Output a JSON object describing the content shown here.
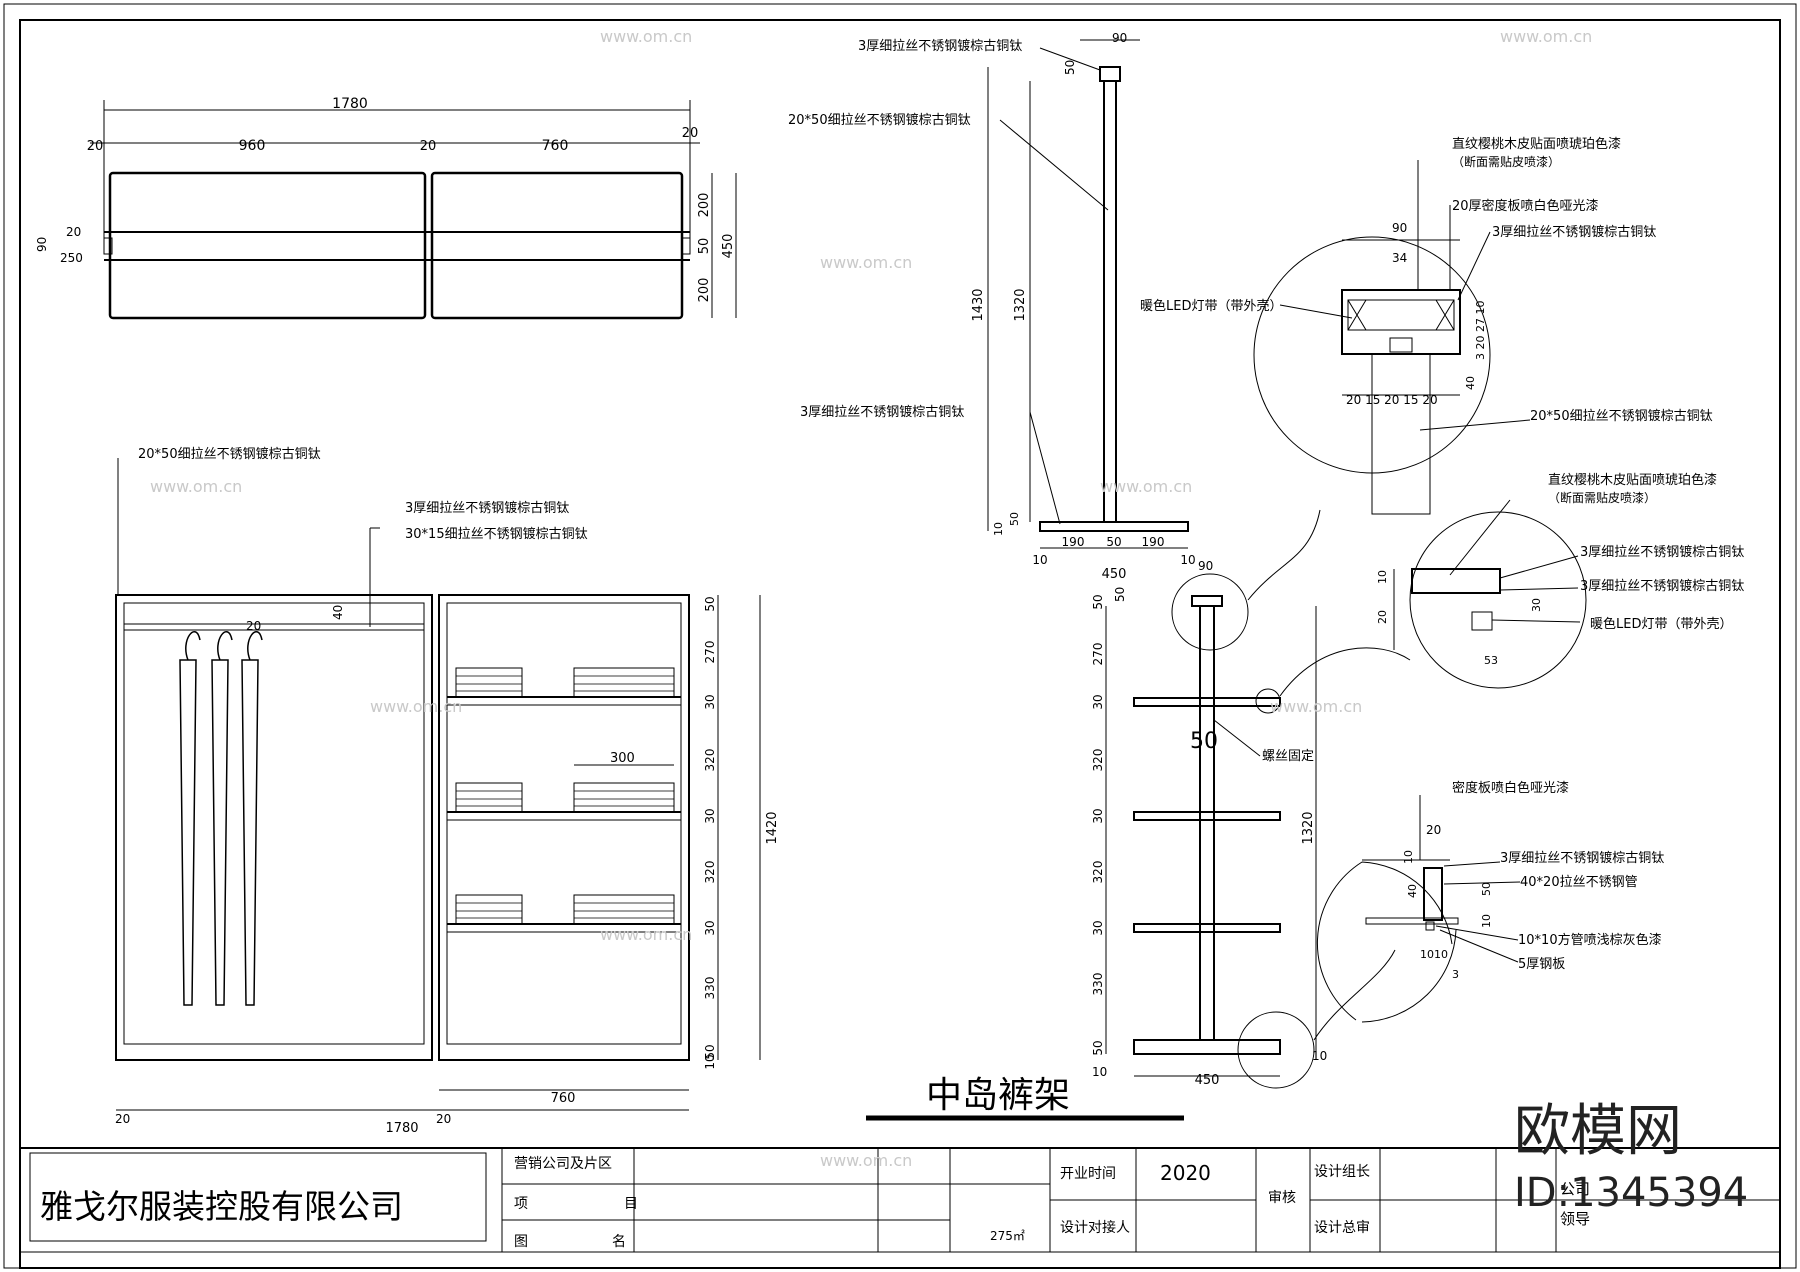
{
  "company": "雅戈尔服装控股有限公司",
  "title_block": {
    "region_label": "营销公司及片区",
    "project_label_a": "项",
    "project_label_b": "目",
    "drawing_label_a": "图",
    "drawing_label_b": "名",
    "area": "275㎡",
    "open_time_label": "开业时间",
    "open_time_value": "2020",
    "design_contact_label": "设计对接人",
    "review_label": "审核",
    "design_leader_label": "设计组长",
    "design_chief_label": "设计总审",
    "company_leader_a": "公司",
    "company_leader_b": "领导"
  },
  "drawing_title": "中岛裤架",
  "watermark": {
    "brand": "欧模网",
    "url": "www.om.cn",
    "id": "ID:1345394"
  },
  "plan_dims": {
    "overall": "1780",
    "left": "960",
    "right": "760",
    "gap": "20",
    "edge": "20",
    "depth_total": "450",
    "depth_top": "200",
    "depth_mid": "50",
    "depth_bot": "200",
    "left_20": "20",
    "left_90": "90",
    "left_250": "250"
  },
  "front_notes": {
    "top_rail": "20*50细拉丝不锈钢镀棕古铜钛",
    "rod_plate": "3厚细拉丝不锈钢镀棕古铜钛",
    "rod": "30*15细拉丝不锈钢镀棕古铜钛",
    "dim_40": "40",
    "dim_20": "20",
    "dim_300": "300",
    "bottom_760": "760",
    "bottom_1780": "1780",
    "bottom_20a": "20",
    "bottom_20b": "20",
    "right_dims": [
      "50",
      "270",
      "30",
      "320",
      "30",
      "320",
      "30",
      "330",
      "50",
      "10"
    ],
    "total_1420": "1420"
  },
  "side_notes": {
    "top_cap": "3厚细拉丝不锈钢镀棕古铜钛",
    "post": "20*50细拉丝不锈钢镀棕古铜钛",
    "base": "3厚细拉丝不锈钢镀棕古铜钛",
    "dims": {
      "d90": "90",
      "d50_top": "50",
      "d1430": "1430",
      "d1320": "1320",
      "d10": "10",
      "d50_base": "50",
      "d190a": "190",
      "d50m": "50",
      "d190b": "190",
      "d10a": "10",
      "d450": "450",
      "d10b": "10"
    }
  },
  "elev2": {
    "screw": "螺丝固定",
    "d90": "90",
    "d50": "50",
    "label50": "50",
    "d450": "450",
    "d10a": "10",
    "d10b": "10",
    "d1320": "1320",
    "left_dims": [
      "50",
      "270",
      "30",
      "320",
      "30",
      "320",
      "30",
      "330",
      "50"
    ]
  },
  "detail1": {
    "veneer": "直纹樱桃木皮贴面喷琥珀色漆",
    "veneer_sub": "（断面需贴皮喷漆）",
    "mdf": "20厚密度板喷白色哑光漆",
    "plate": "3厚细拉丝不锈钢镀棕古铜钛",
    "led": "暖色LED灯带（带外壳）",
    "post": "20*50细拉丝不锈钢镀棕古铜钛",
    "d90": "90",
    "d34": "34",
    "d_side": "3 20 27 10",
    "d40": "40",
    "d_bottom": "20 15 20 15 20"
  },
  "detail2": {
    "veneer": "直纹樱桃木皮贴面喷琥珀色漆",
    "veneer_sub": "（断面需贴皮喷漆）",
    "plate1": "3厚细拉丝不锈钢镀棕古铜钛",
    "plate2": "3厚细拉丝不锈钢镀棕古铜钛",
    "led": "暖色LED灯带（带外壳）",
    "d10": "10",
    "d20": "20",
    "d30": "30",
    "d53": "53"
  },
  "detail3": {
    "mdf": "密度板喷白色哑光漆",
    "plate": "3厚细拉丝不锈钢镀棕古铜钛",
    "tube": "40*20拉丝不锈钢管",
    "square": "10*10方管喷浅棕灰色漆",
    "steel": "5厚钢板",
    "d20": "20",
    "d10": "10",
    "d40": "40",
    "d50": "50",
    "d10b": "10",
    "d1010": "1010",
    "d3": "3"
  }
}
